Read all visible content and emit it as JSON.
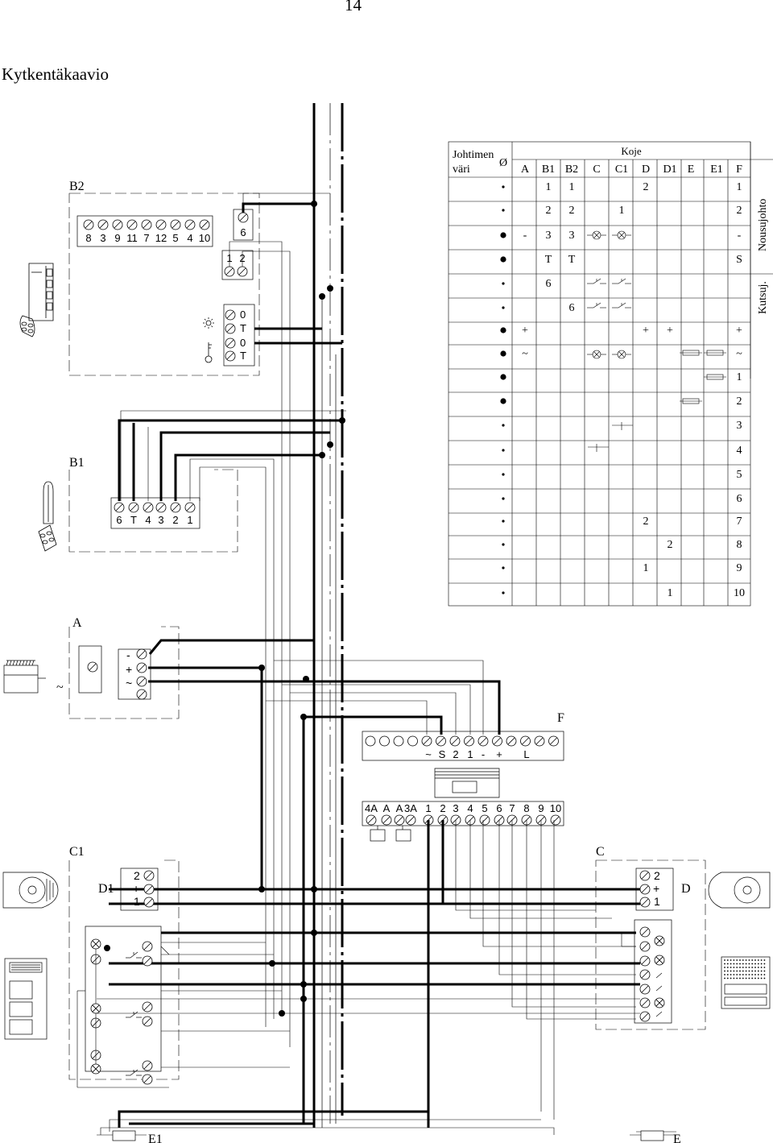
{
  "page_number": "14",
  "title": "Kytkentäkaavio",
  "units": {
    "B2": {
      "label": "B2",
      "terminals_top": [
        "8",
        "3",
        "9",
        "11",
        "7",
        "12",
        "5",
        "4",
        "10"
      ],
      "terminal_right": "6",
      "terminals_pair": [
        "1",
        "2"
      ],
      "terminals_side": [
        "0",
        "T",
        "0",
        "T"
      ]
    },
    "B1": {
      "label": "B1",
      "terminals": [
        "6",
        "T",
        "4",
        "3",
        "2",
        "1"
      ]
    },
    "A": {
      "label": "A",
      "ac_symbol": "~",
      "terminals": [
        "-",
        "+",
        "~"
      ]
    },
    "F": {
      "label": "F",
      "upper_terminals": [
        "~",
        "S",
        "2",
        "1",
        "-",
        "+",
        "L"
      ],
      "lower_terminals": [
        "4A",
        "A",
        "A",
        "3A",
        "1",
        "2",
        "3",
        "4",
        "5",
        "6",
        "7",
        "8",
        "9",
        "10"
      ]
    },
    "C1": {
      "label": "C1",
      "sub": "D1",
      "terminals": [
        "2",
        "+",
        "1"
      ]
    },
    "C": {
      "label": "C",
      "sub": "D",
      "terminals": [
        "2",
        "+",
        "1"
      ]
    },
    "E1": {
      "label": "E1"
    },
    "E": {
      "label": "E"
    }
  },
  "table": {
    "header_wire": "Johtimen",
    "header_wire2": "väri",
    "header_dia": "Ø",
    "header_group": "Koje",
    "columns": [
      "A",
      "B1",
      "B2",
      "C",
      "C1",
      "D",
      "D1",
      "E",
      "E1",
      "F"
    ],
    "side_label_top": "Nousujohto",
    "side_label_bottom": "Kutsuj.",
    "rows": [
      {
        "cells": {
          "B1": "1",
          "B2": "1",
          "D": "2",
          "F": "1"
        }
      },
      {
        "cells": {
          "B1": "2",
          "B2": "2",
          "C1": "1",
          "F": "2"
        }
      },
      {
        "cells": {
          "A": "-",
          "B1": "3",
          "B2": "3",
          "F": "-"
        }
      },
      {
        "cells": {
          "B1": "T",
          "B2": "T",
          "F": "S"
        }
      },
      {
        "cells": {
          "B1": "6"
        }
      },
      {
        "cells": {
          "B2": "6"
        }
      },
      {
        "cells": {
          "A": "+",
          "D": "+",
          "D1": "+",
          "F": "+"
        }
      },
      {
        "cells": {
          "A": "~",
          "F": "~"
        }
      },
      {
        "cells": {
          "F": "1"
        }
      },
      {
        "cells": {
          "F": "2"
        }
      },
      {
        "cells": {
          "F": "3"
        }
      },
      {
        "cells": {
          "F": "4"
        }
      },
      {
        "cells": {
          "F": "5"
        }
      },
      {
        "cells": {
          "F": "6"
        }
      },
      {
        "cells": {
          "D": "2",
          "F": "7"
        }
      },
      {
        "cells": {
          "D1": "2",
          "F": "8"
        }
      },
      {
        "cells": {
          "D": "1",
          "F": "9"
        }
      },
      {
        "cells": {
          "D1": "1",
          "F": "10"
        }
      }
    ]
  }
}
